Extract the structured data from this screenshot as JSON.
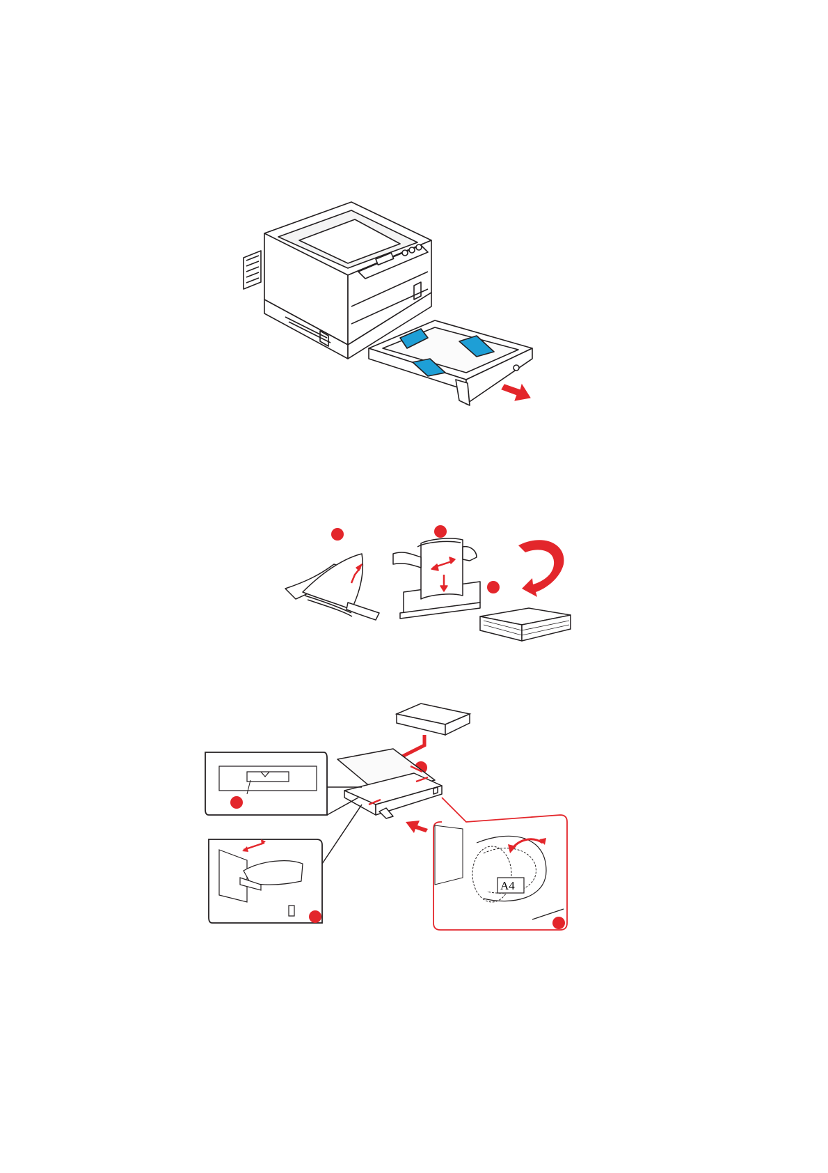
{
  "page": {
    "background": "#ffffff"
  },
  "colors": {
    "outline": "#231f20",
    "accent_red": "#e3262b",
    "accent_blue": "#1e9fd6"
  },
  "figures": {
    "printer_tray_removal": {
      "icons": [
        "printer-icon",
        "paper-tray-icon",
        "pull-arrow-icon"
      ]
    },
    "paper_preparation": {
      "icons": [
        "fan-paper-icon",
        "tap-paper-stack-icon",
        "flip-paper-icon"
      ],
      "step_markers": 3
    },
    "load_paper": {
      "icons": [
        "paper-stack-icon",
        "paper-tray-icon",
        "push-arrow-icon",
        "paper-guide-icon",
        "size-dial-icon"
      ],
      "size_dial_label": "A4",
      "step_markers": 4
    }
  }
}
